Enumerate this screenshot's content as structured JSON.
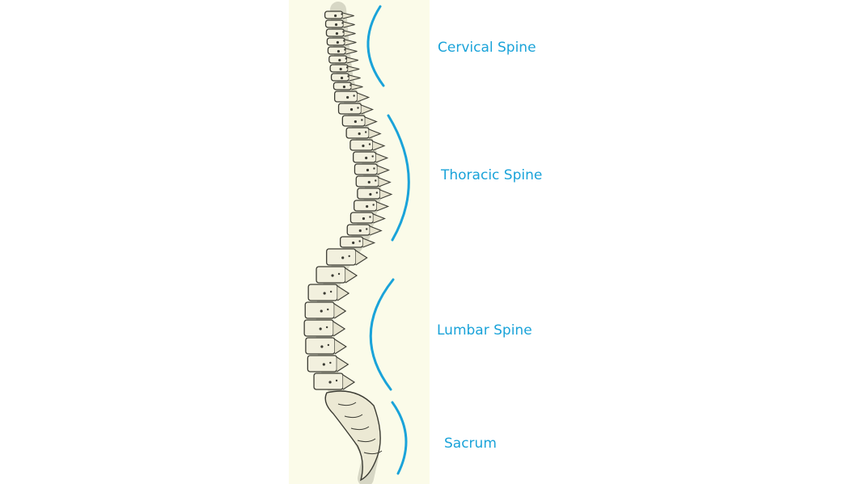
{
  "diagram": {
    "accent_color": "#1aa3d9",
    "panel_color": "#fbfbe9",
    "sections": [
      {
        "id": "cervical",
        "label": "Cervical Spine"
      },
      {
        "id": "thoracic",
        "label": "Thoracic Spine"
      },
      {
        "id": "lumbar",
        "label": "Lumbar Spine"
      },
      {
        "id": "sacrum",
        "label": "Sacrum"
      }
    ]
  }
}
